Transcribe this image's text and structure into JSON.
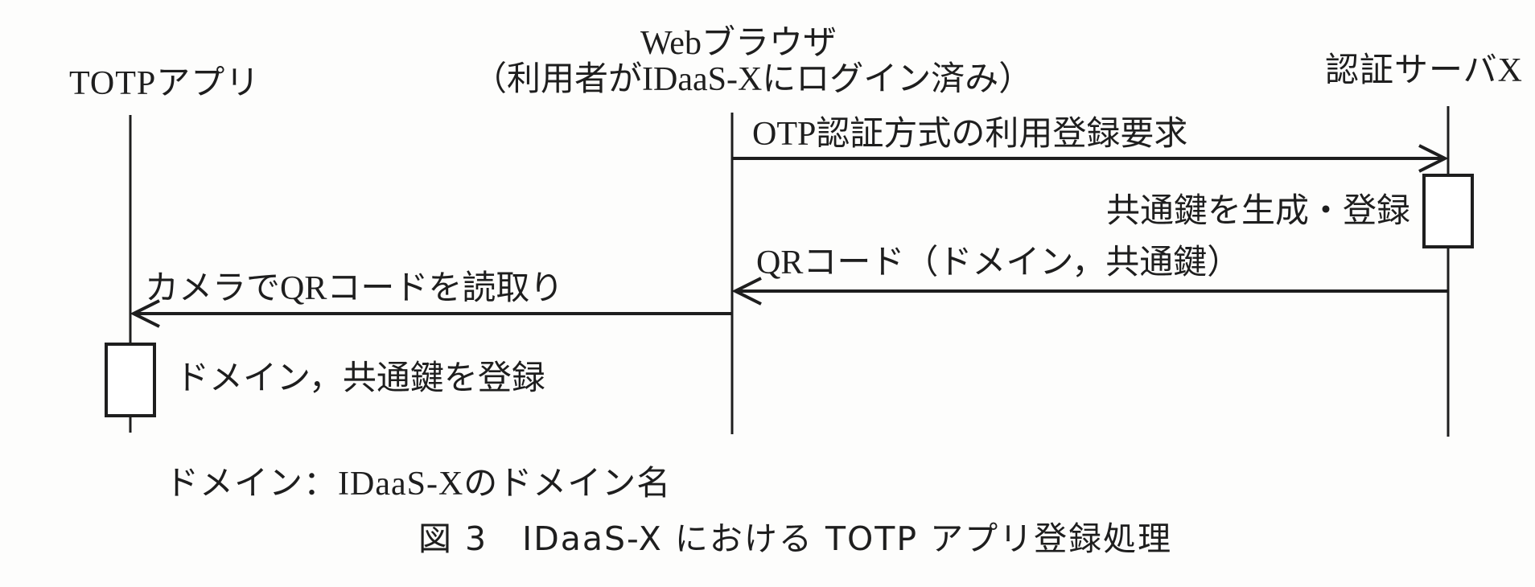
{
  "colors": {
    "ink": "#1e1e1e",
    "paper": "#fdfdfc"
  },
  "diagram": {
    "type": "sequence-diagram",
    "actors": [
      {
        "id": "totp-app",
        "label": "TOTPアプリ"
      },
      {
        "id": "web-browser",
        "label_line1": "Webブラウザ",
        "label_line2": "（利用者がIDaaS-Xにログイン済み）"
      },
      {
        "id": "auth-server-x",
        "label": "認証サーバX"
      }
    ],
    "messages": [
      {
        "from": "web-browser",
        "to": "auth-server-x",
        "label": "OTP認証方式の利用登録要求"
      },
      {
        "from": "auth-server-x",
        "to": "web-browser",
        "label": "QRコード（ドメイン，共通鍵）"
      },
      {
        "from": "web-browser",
        "to": "totp-app",
        "label": "カメラでQRコードを読取り"
      }
    ],
    "activations": [
      {
        "actor": "auth-server-x",
        "label": "共通鍵を生成・登録"
      },
      {
        "actor": "totp-app",
        "label": "ドメイン，共通鍵を登録"
      }
    ],
    "note": "ドメイン：IDaaS-Xのドメイン名",
    "caption": "図 3　IDaaS-X における TOTP アプリ登録処理"
  }
}
